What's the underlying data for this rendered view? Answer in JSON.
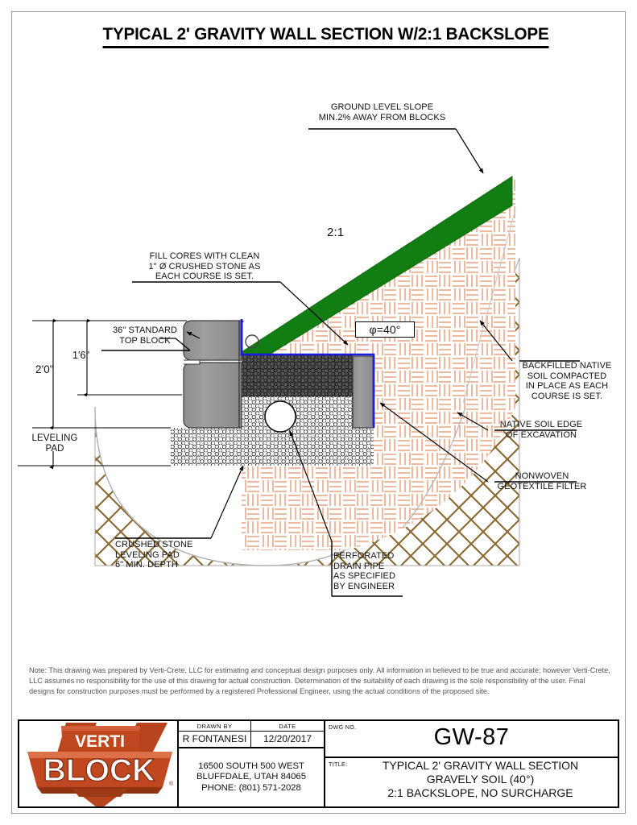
{
  "sheet": {
    "title": "TYPICAL 2' GRAVITY WALL SECTION W/2:1 BACKSLOPE"
  },
  "annotations": {
    "ground_slope": "GROUND LEVEL SLOPE\nMIN.2% AWAY FROM BLOCKS",
    "fill_cores": "FILL CORES WITH CLEAN\n1\" Ø CRUSHED STONE AS\nEACH COURSE IS SET.",
    "top_block": "36\" STANDARD\nTOP BLOCK",
    "slope_ratio": "2:1",
    "phi": "φ=40°",
    "backfilled": "BACKFILLED NATIVE\nSOIL COMPACTED\nIN PLACE AS EACH\nCOURSE IS SET.",
    "native_edge": "NATIVE SOIL EDGE\nOF EXCAVATION",
    "geotextile": "NONWOVEN\nGEOTEXTILE FILTER",
    "crushed_stone": "CRUSHED STONE\nLEVELING PAD\n6\" MIN. DEPTH",
    "drain_pipe": "PERFORATED\nDRAIN PIPE\nAS SPECIFIED\nBY ENGINEER",
    "leveling_pad": "LEVELING\nPAD"
  },
  "dimensions": {
    "total_height": "2'0\"",
    "wall_height": "1'6\""
  },
  "note": "Note: This drawing was prepared by Verti-Crete, LLC for estimating and conceptual design purposes only.  All information in believed to be true and accurate; however Verti-Crete, LLC assumes no responsibility for the use of this drawing for actual construction.  Determination of the suitability of each drawing is the sole responsibility of the user.  Final designs for construction purposes must be performed by a registered Professional Engineer, using the actual conditions of the proposed site.",
  "title_block": {
    "logo_top": "VERTI",
    "logo_bottom": "BLOCK",
    "logo_mark": "®",
    "drawn_by_label": "DRAWN BY",
    "drawn_by_value": "R FONTANESI",
    "date_label": "DATE",
    "date_value": "12/20/2017",
    "address": "16500 SOUTH 500 WEST\nBLUFFDALE, UTAH 84065\nPHONE: (801) 571-2028",
    "dwg_no_label": "DWG NO.",
    "dwg_no_value": "GW-87",
    "title_label": "TITLE:",
    "title_line1": "TYPICAL 2' GRAVITY WALL SECTION",
    "title_line2": "GRAVELY SOIL (40°)",
    "title_line3": "2:1 BACKSLOPE, NO SURCHARGE"
  },
  "colors": {
    "slope_green": "#127d12",
    "geotextile_blue": "#1a1ae0",
    "block_gray": "#949494",
    "native_hatch": "#8a6a30",
    "backfill_hatch": "#e8a27e",
    "logo_orange": "#c0471f",
    "logo_orange_dark": "#9c3414"
  }
}
